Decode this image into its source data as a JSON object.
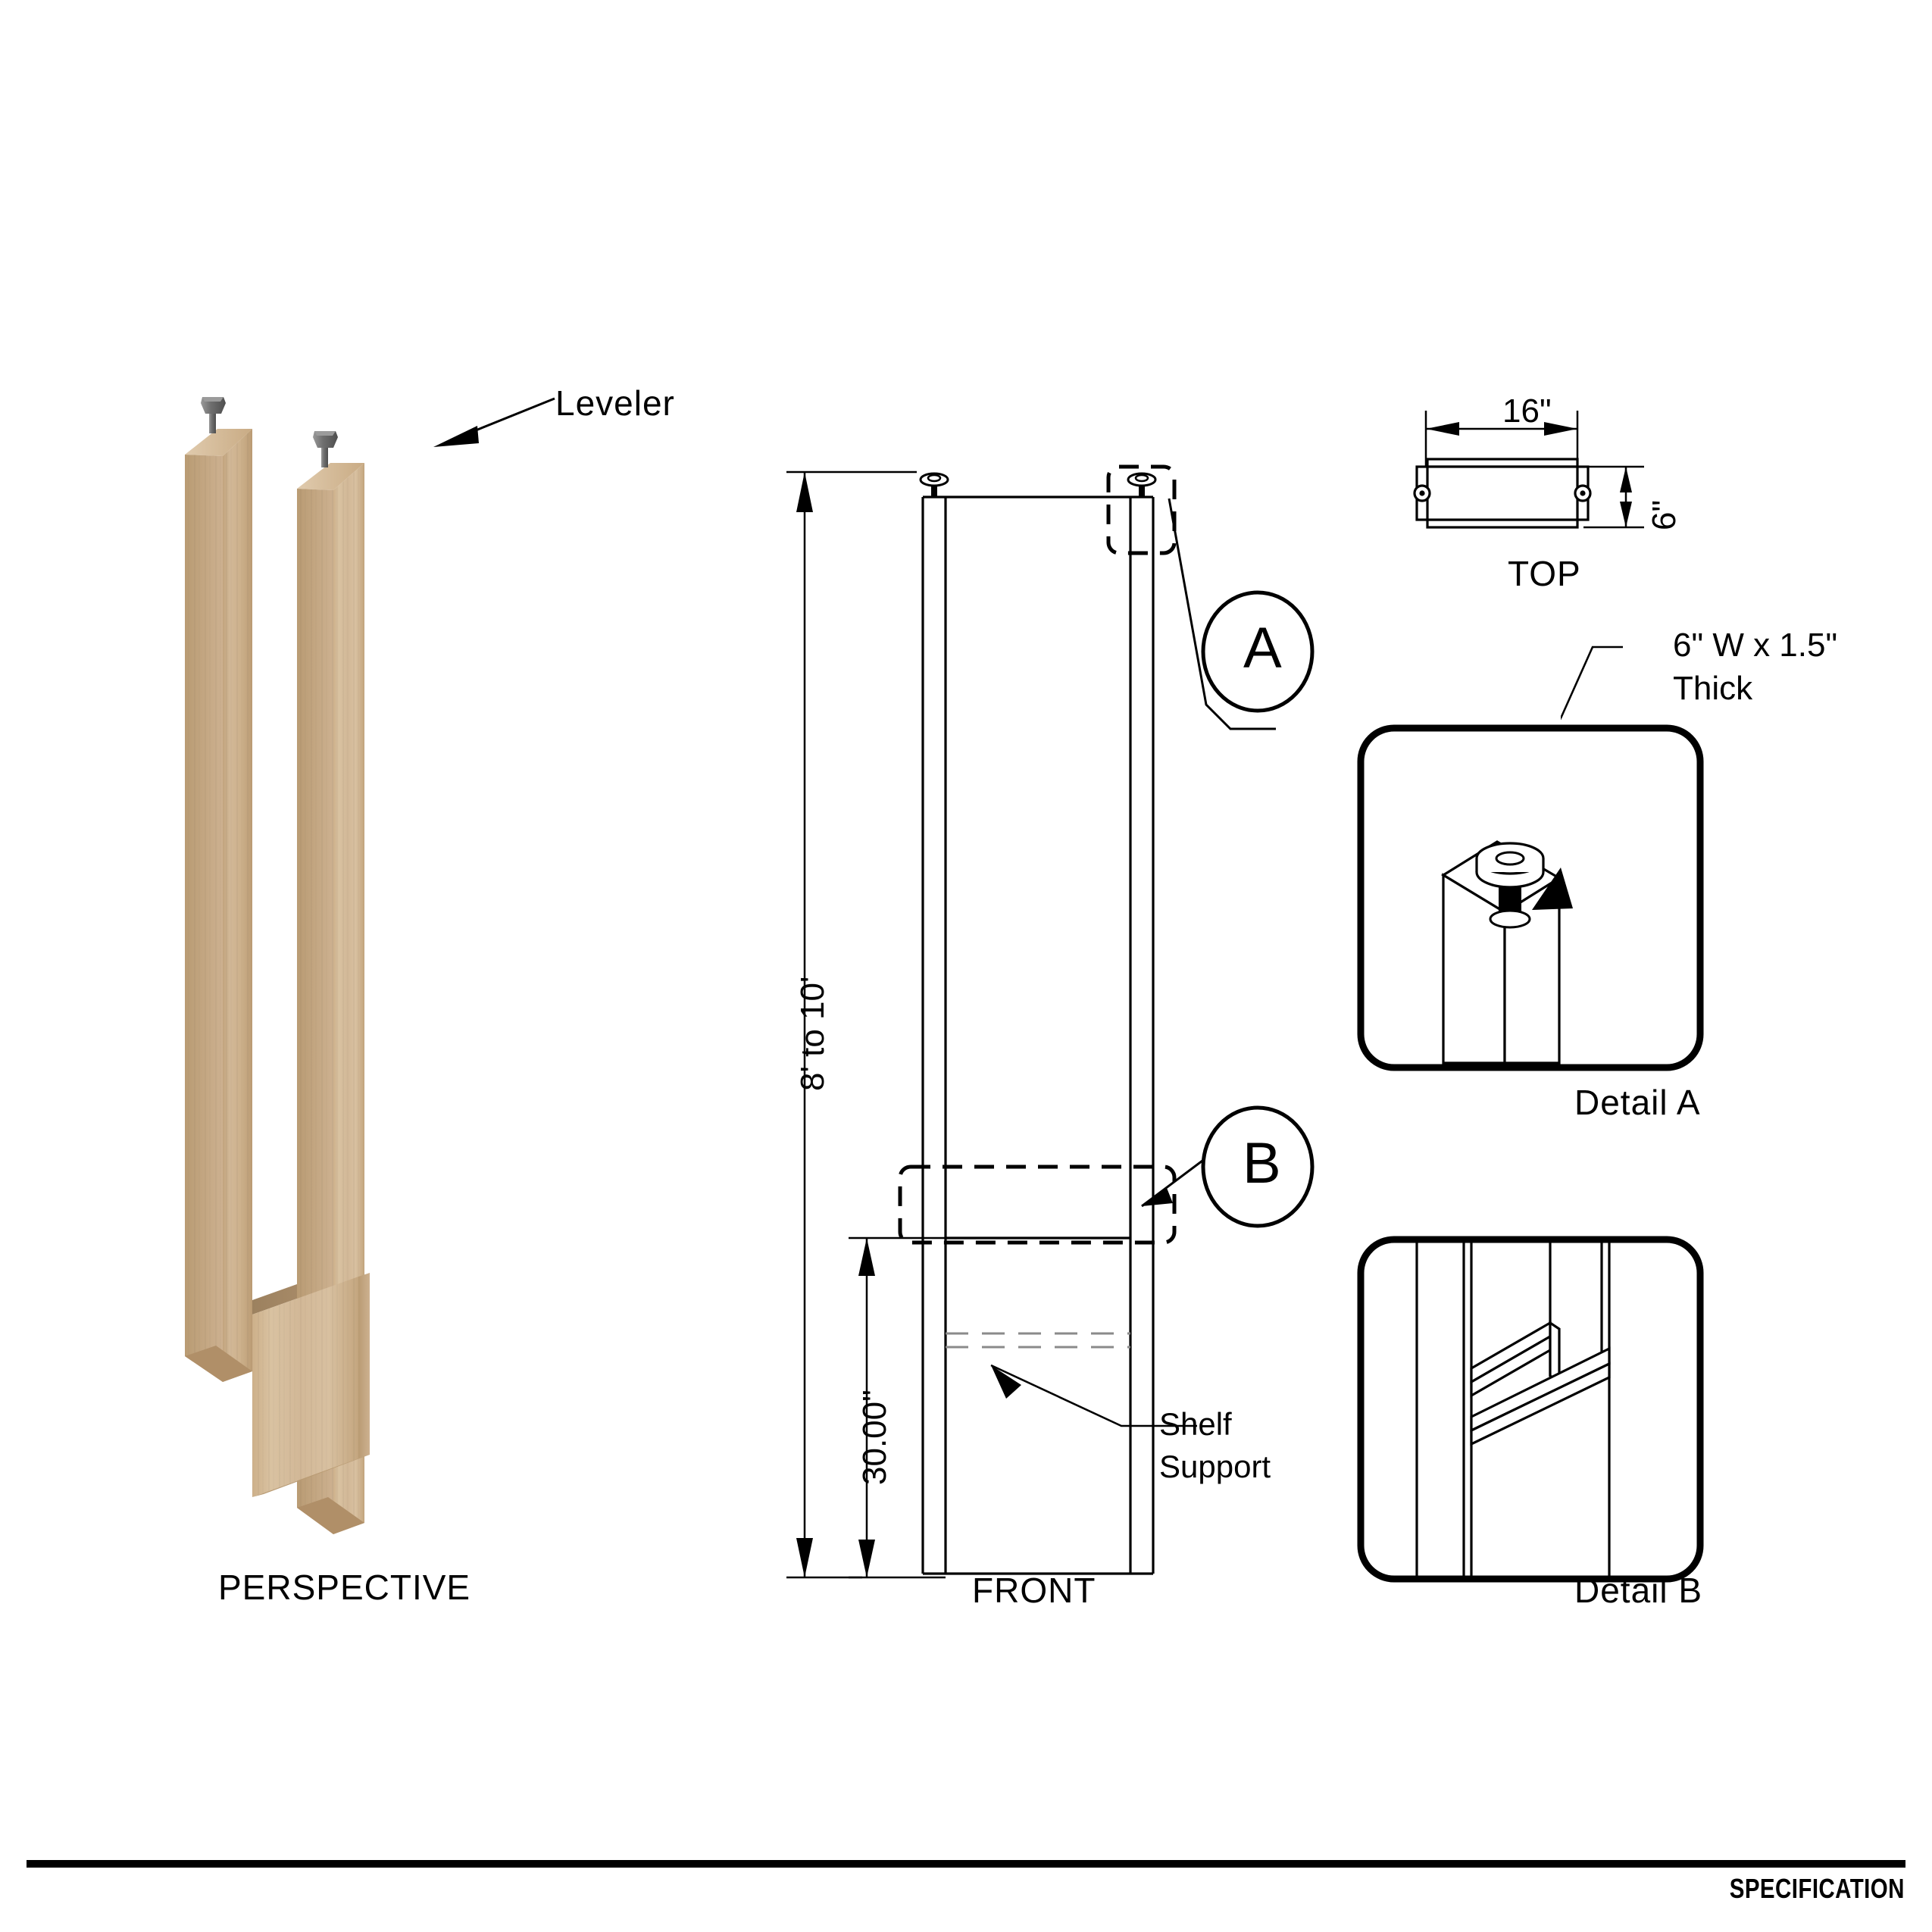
{
  "sheet": {
    "footer_label": "SPECIFICATION"
  },
  "views": {
    "perspective": {
      "title": "PERSPECTIVE"
    },
    "front": {
      "title": "FRONT"
    },
    "top": {
      "title": "TOP"
    },
    "detail_a": {
      "title": "Detail A"
    },
    "detail_b": {
      "title": "Detail B"
    }
  },
  "annotations": {
    "leveler": "Leveler",
    "shelf_support_line1": "Shelf",
    "shelf_support_line2": "Support",
    "panel_spec_line1": "6\" W x 1.5\"",
    "panel_spec_line2": "Thick",
    "callout_a": "A",
    "callout_b": "B"
  },
  "dimensions": {
    "height_range": "8' to 10'",
    "shelf_height": "30.00\"",
    "top_width": "16\"",
    "top_depth": "6\""
  },
  "colors": {
    "wood_light": "#d8c0a0",
    "wood_mid": "#c9ab84",
    "wood_dark": "#b59871",
    "wood_edge": "#ab8c63",
    "line": "#000000",
    "metal": "#7a7a7a",
    "shelf_line": "#8a8a8a"
  }
}
